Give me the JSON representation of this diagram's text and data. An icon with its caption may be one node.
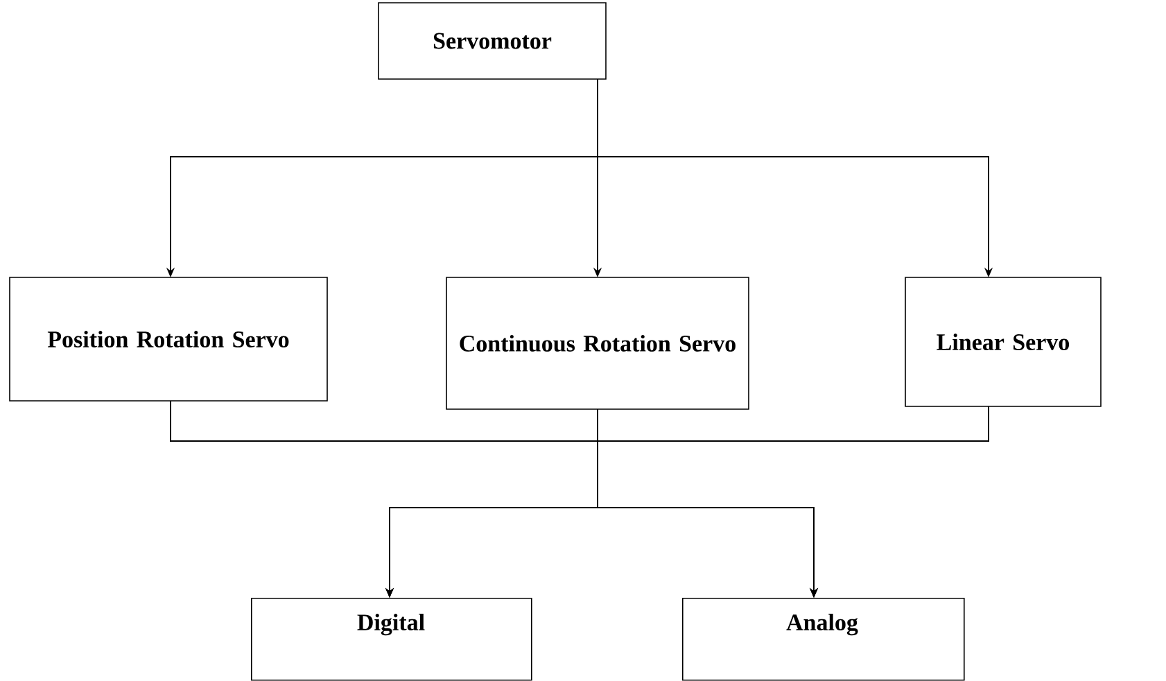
{
  "diagram": {
    "nodes": [
      {
        "text": [
          "Servomotor"
        ]
      },
      {
        "text": [
          "Position Rotation Servo"
        ]
      },
      {
        "text": [
          "Continuous Rotation Servo"
        ]
      },
      {
        "text": [
          "Linear Servo"
        ]
      },
      {
        "text": [
          "Digital"
        ]
      },
      {
        "text": [
          "Analog"
        ]
      }
    ],
    "edges": [
      {
        "from": 0,
        "to": 1,
        "arrow": "to"
      },
      {
        "from": 0,
        "to": 2,
        "arrow": "to"
      },
      {
        "from": 0,
        "to": 3,
        "arrow": "to"
      },
      {
        "from": 1,
        "to": 4,
        "arrow": "to"
      },
      {
        "from": 1,
        "to": 5,
        "arrow": "to"
      },
      {
        "from": 2,
        "to": 4,
        "arrow": "to"
      },
      {
        "from": 2,
        "to": 5,
        "arrow": "to"
      },
      {
        "from": 3,
        "to": 4,
        "arrow": "to"
      },
      {
        "from": 3,
        "to": 5,
        "arrow": "to"
      }
    ]
  }
}
